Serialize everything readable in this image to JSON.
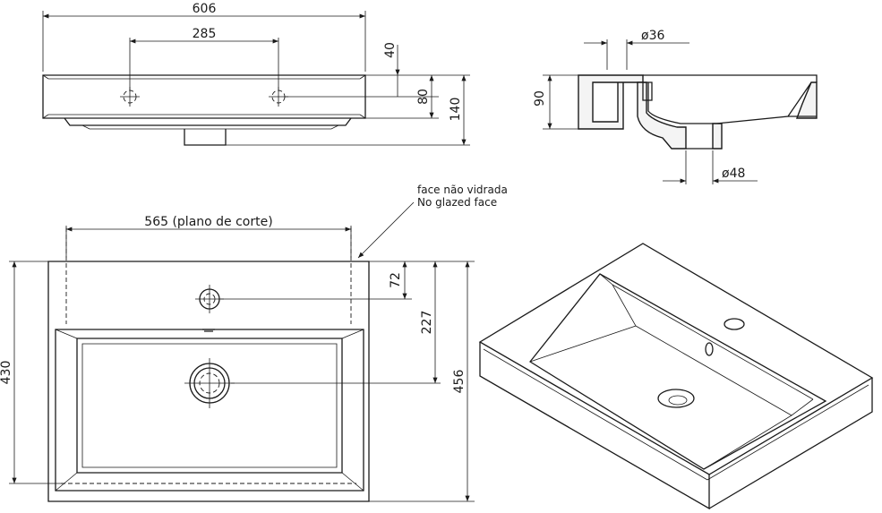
{
  "front_view": {
    "width_overall": "606",
    "tap_hole_spacing": "285",
    "dim_40": "40",
    "dim_80": "80",
    "dim_140": "140"
  },
  "section_view": {
    "tap_hole_dia": "ø36",
    "depth": "90",
    "waste_dia": "ø48"
  },
  "top_view": {
    "cut_plane_width": "565 (plano de corte)",
    "note_pt": "face não vidrada",
    "note_en": "No glazed face",
    "dim_72": "72",
    "dim_227": "227",
    "dim_430": "430",
    "dim_456": "456"
  }
}
